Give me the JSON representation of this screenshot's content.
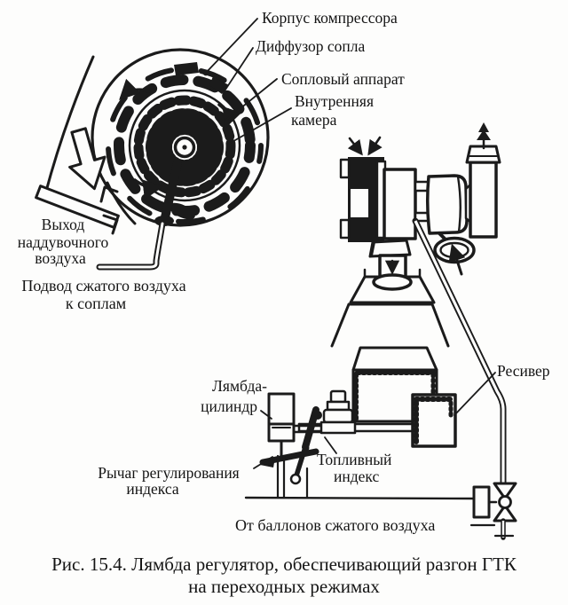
{
  "figure": {
    "caption_line1": "Рис. 15.4. Лямбда регулятор, обеспечивающий разгон ГТК",
    "caption_line2": "на переходных режимах"
  },
  "compressor": {
    "label_housing": "Корпус компрессора",
    "label_diffuser": "Диффузор сопла",
    "label_nozzle_apparatus": "Сопловый аппарат",
    "label_inner_chamber_line1": "Внутренняя",
    "label_inner_chamber_line2": "камера",
    "label_outlet_line1": "Выход",
    "label_outlet_line2": "наддувочного",
    "label_outlet_line3": "воздуха",
    "label_air_supply_line1": "Подвод  сжатого воздуха",
    "label_air_supply_line2": "к соплам"
  },
  "regulator": {
    "label_receiver": "Ресивер",
    "label_lambda_cylinder_line1": "Лямбда-",
    "label_lambda_cylinder_line2": "цилиндр",
    "label_index_lever_line1": "Рычаг регулирования",
    "label_index_lever_line2": "индекса",
    "label_fuel_index_line1": "Топливный",
    "label_fuel_index_line2": "индекс",
    "label_air_bottles": "От баллонов сжатого  воздуха"
  },
  "colors": {
    "ink": "#1b1b1b",
    "paper": "#fdfdfc"
  }
}
